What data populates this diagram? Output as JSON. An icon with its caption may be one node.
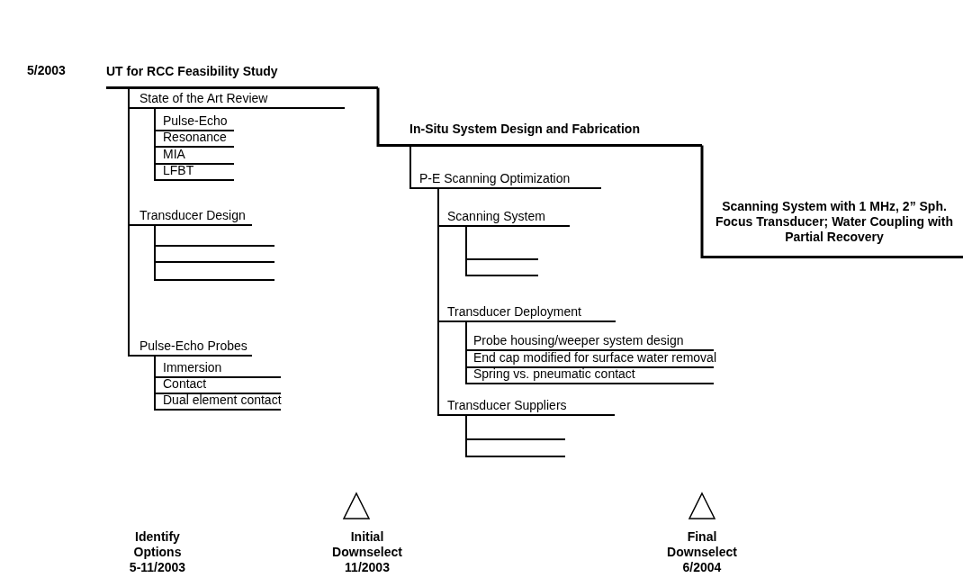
{
  "diagram": {
    "nodes": [
      {
        "text": [
          "UT for RCC Feasibility Study"
        ]
      },
      {
        "text": [
          "State of the Art Review"
        ]
      },
      {
        "text": [
          "Pulse-Echo"
        ]
      },
      {
        "text": [
          "Resonance"
        ]
      },
      {
        "text": [
          "MIA"
        ]
      },
      {
        "text": [
          "LFBT"
        ]
      },
      {
        "text": [
          "Transducer Design"
        ]
      },
      {
        "text": [],
        "shape": "bar"
      },
      {
        "text": [],
        "shape": "bar"
      },
      {
        "text": [],
        "shape": "bar"
      },
      {
        "text": [
          "Pulse-Echo Probes"
        ]
      },
      {
        "text": [
          "Immersion"
        ]
      },
      {
        "text": [
          "Contact"
        ]
      },
      {
        "text": [
          "Dual element contact"
        ]
      },
      {
        "text": [
          "In-Situ System Design and Fabrication"
        ]
      },
      {
        "text": [
          "P-E Scanning Optimization"
        ]
      },
      {
        "text": [
          "Scanning System"
        ]
      },
      {
        "text": [],
        "shape": "bar"
      },
      {
        "text": [],
        "shape": "bar"
      },
      {
        "text": [
          "Transducer Deployment"
        ]
      },
      {
        "text": [
          "Probe housing/weeper system design"
        ]
      },
      {
        "text": [
          "End cap modified for surface water removal"
        ]
      },
      {
        "text": [
          "Spring vs. pneumatic contact"
        ]
      },
      {
        "text": [
          "Transducer Suppliers"
        ]
      },
      {
        "text": [],
        "shape": "bar"
      },
      {
        "text": [],
        "shape": "bar"
      },
      {
        "text": [
          "Scanning System with 1 MHz, 2” Sph. Focus Transducer; Water Coupling with Partial Recovery"
        ]
      }
    ],
    "edges": [
      {
        "from": 0,
        "to": 1,
        "arrow": "none"
      },
      {
        "from": 1,
        "to": 2,
        "arrow": "none"
      },
      {
        "from": 1,
        "to": 3,
        "arrow": "none"
      },
      {
        "from": 1,
        "to": 4,
        "arrow": "none"
      },
      {
        "from": 1,
        "to": 5,
        "arrow": "none"
      },
      {
        "from": 0,
        "to": 6,
        "arrow": "none"
      },
      {
        "from": 6,
        "to": 7,
        "arrow": "none"
      },
      {
        "from": 6,
        "to": 8,
        "arrow": "none"
      },
      {
        "from": 6,
        "to": 9,
        "arrow": "none"
      },
      {
        "from": 0,
        "to": 10,
        "arrow": "none"
      },
      {
        "from": 10,
        "to": 11,
        "arrow": "none"
      },
      {
        "from": 10,
        "to": 12,
        "arrow": "none"
      },
      {
        "from": 10,
        "to": 13,
        "arrow": "none"
      },
      {
        "from": 0,
        "to": 14,
        "arrow": "none"
      },
      {
        "from": 14,
        "to": 15,
        "arrow": "none"
      },
      {
        "from": 15,
        "to": 16,
        "arrow": "none"
      },
      {
        "from": 16,
        "to": 17,
        "arrow": "none"
      },
      {
        "from": 16,
        "to": 18,
        "arrow": "none"
      },
      {
        "from": 15,
        "to": 19,
        "arrow": "none"
      },
      {
        "from": 19,
        "to": 20,
        "arrow": "none"
      },
      {
        "from": 19,
        "to": 21,
        "arrow": "none"
      },
      {
        "from": 19,
        "to": 22,
        "arrow": "none"
      },
      {
        "from": 15,
        "to": 23,
        "arrow": "none"
      },
      {
        "from": 23,
        "to": 24,
        "arrow": "none"
      },
      {
        "from": 23,
        "to": 25,
        "arrow": "none"
      },
      {
        "from": 14,
        "to": 26,
        "arrow": "none"
      }
    ],
    "labels": [
      "5/2003",
      "Identify Options 5-11/2003",
      "Initial Downselect 11/2003",
      "Final Downselect 6/2004"
    ]
  }
}
